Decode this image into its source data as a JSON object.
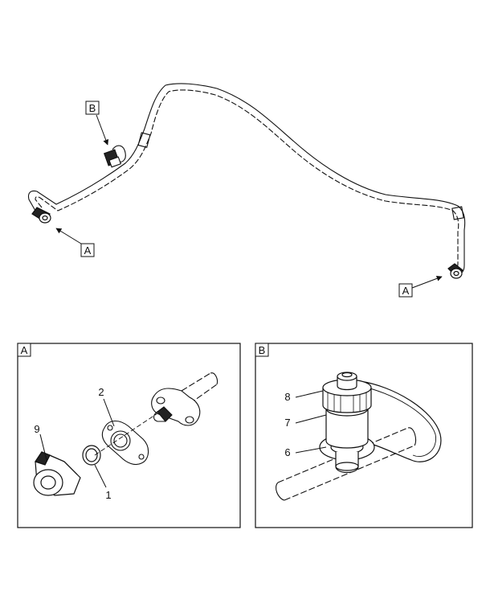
{
  "overview": {
    "callout_b": "B",
    "callout_a_left": "A",
    "callout_a_right": "A"
  },
  "detail_a": {
    "label": "A",
    "parts": [
      "2",
      "9",
      "1"
    ]
  },
  "detail_b": {
    "label": "B",
    "parts": [
      "8",
      "7",
      "6"
    ]
  },
  "colors": {
    "line": "#111111",
    "background": "#ffffff"
  }
}
